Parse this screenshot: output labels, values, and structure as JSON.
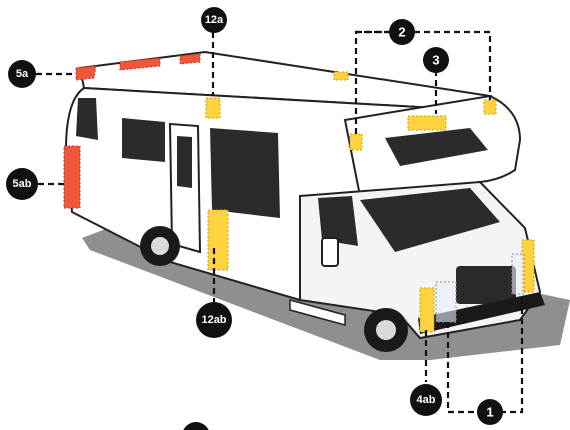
{
  "diagram": {
    "callouts": [
      {
        "id": "12a",
        "label": "12a"
      },
      {
        "id": "2",
        "label": "2"
      },
      {
        "id": "3",
        "label": "3"
      },
      {
        "id": "5a",
        "label": "5a"
      },
      {
        "id": "5ab",
        "label": "5ab"
      },
      {
        "id": "12ab",
        "label": "12ab"
      },
      {
        "id": "4ab",
        "label": "4ab"
      },
      {
        "id": "1",
        "label": "1"
      }
    ],
    "colors": {
      "callout_fill": "#111111",
      "callout_text": "#ffffff",
      "amber_zone": "#ffd23f",
      "red_zone": "#f0573a",
      "ground": "#8c8c8c",
      "body": "#ffffff",
      "window": "#2b2b2b"
    }
  }
}
